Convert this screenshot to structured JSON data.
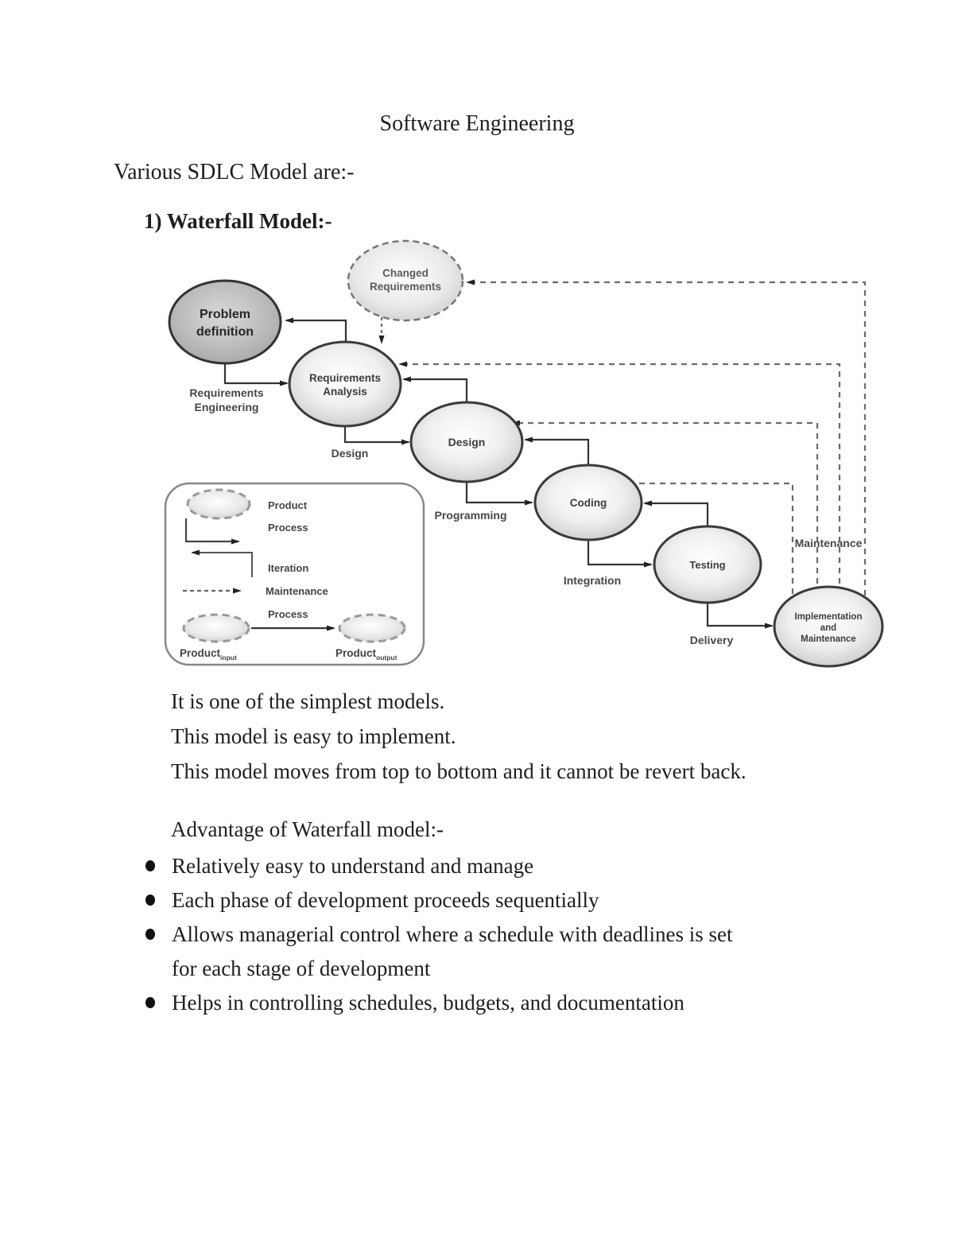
{
  "page": {
    "title": "Software Engineering",
    "subtitle": "Various SDLC Model are:-",
    "section_heading": "1) Waterfall Model:-"
  },
  "diagram": {
    "nodes": {
      "changed_requirements": {
        "line1": "Changed",
        "line2": "Requirements"
      },
      "problem_definition": {
        "line1": "Problem",
        "line2": "definition"
      },
      "requirements_analysis": {
        "line1": "Requirements",
        "line2": "Analysis"
      },
      "design": {
        "label": "Design"
      },
      "coding": {
        "label": "Coding"
      },
      "testing": {
        "label": "Testing"
      },
      "implementation": {
        "line1": "Implementation",
        "line2": "and",
        "line3": "Maintenance"
      }
    },
    "phase_labels": {
      "requirements_engineering_line1": "Requirements",
      "requirements_engineering_line2": "Engineering",
      "design": "Design",
      "programming": "Programming",
      "integration": "Integration",
      "delivery": "Delivery",
      "maintenance": "Maintenance"
    },
    "legend": {
      "product": "Product",
      "process": "Process",
      "iteration": "Iteration",
      "maintenance": "Maintenance",
      "process_bottom": "Process",
      "product_input_base": "Product",
      "product_input_sub": "input",
      "product_output_base": "Product",
      "product_output_sub": "output"
    },
    "colors": {
      "node_fill_edge": "#c0c0c0",
      "node_stroke": "#3a3a3a",
      "dashed_line": "#6b6b6b",
      "label_text": "#474747"
    }
  },
  "body": {
    "paragraph_lines": [
      "It is one of the simplest models.",
      "This model is easy to implement.",
      "This model moves from top to bottom and it cannot be revert back."
    ],
    "advantages_heading": "Advantage of Waterfall model:-",
    "bullets": [
      [
        "Relatively easy to understand and manage"
      ],
      [
        "Each phase of development proceeds sequentially"
      ],
      [
        "Allows managerial control where a schedule with deadlines is set",
        "for each stage of development"
      ],
      [
        "Helps in controlling schedules, budgets, and documentation"
      ]
    ]
  }
}
